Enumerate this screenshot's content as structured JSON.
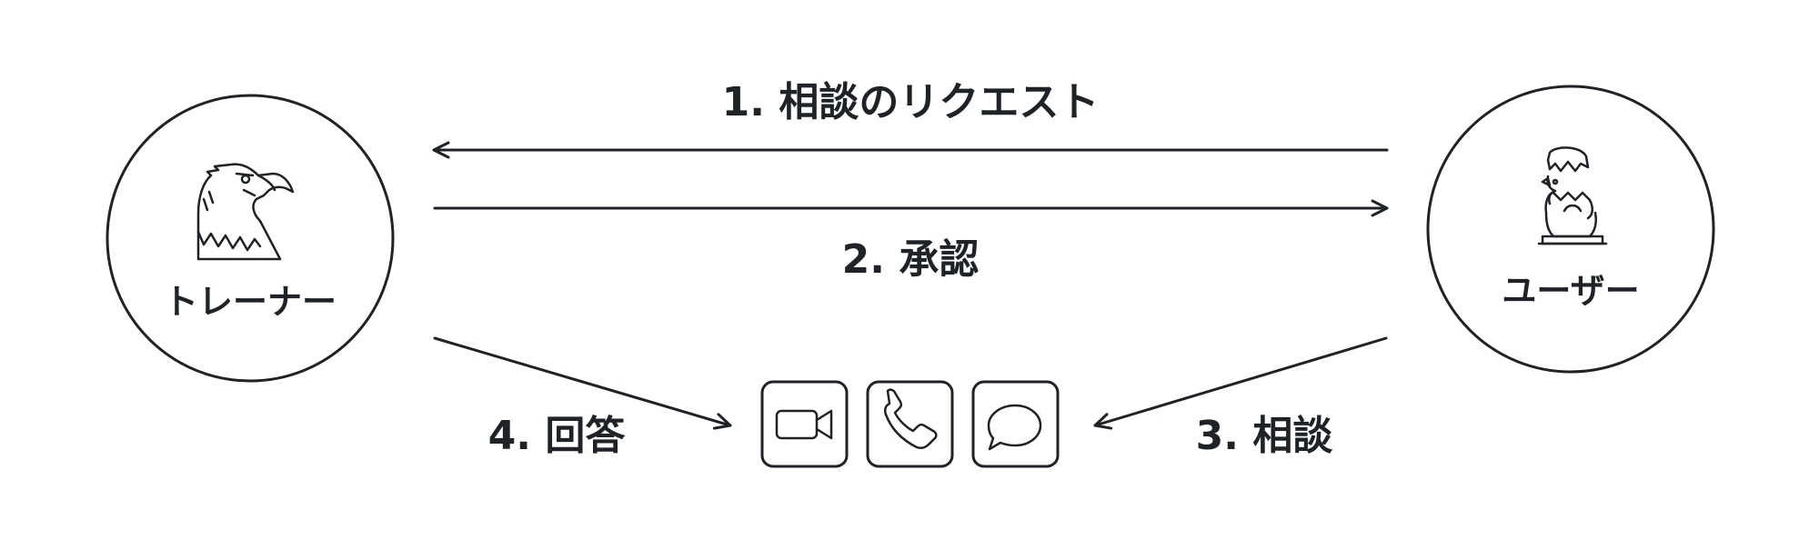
{
  "nodes": {
    "trainer": {
      "label": "トレーナー",
      "icon": "eagle-icon"
    },
    "user": {
      "label": "ユーザー",
      "icon": "hatching-chick-icon"
    }
  },
  "edges": {
    "request": {
      "label": "1. 相談のリクエスト"
    },
    "approve": {
      "label": "2. 承認"
    },
    "consult": {
      "label": "3. 相談"
    },
    "answer": {
      "label": "4. 回答"
    }
  },
  "channels": [
    {
      "icon": "video-camera-icon"
    },
    {
      "icon": "phone-icon"
    },
    {
      "icon": "chat-bubble-icon"
    }
  ],
  "colors": {
    "ink": "#1f2328",
    "background": "#ffffff"
  }
}
